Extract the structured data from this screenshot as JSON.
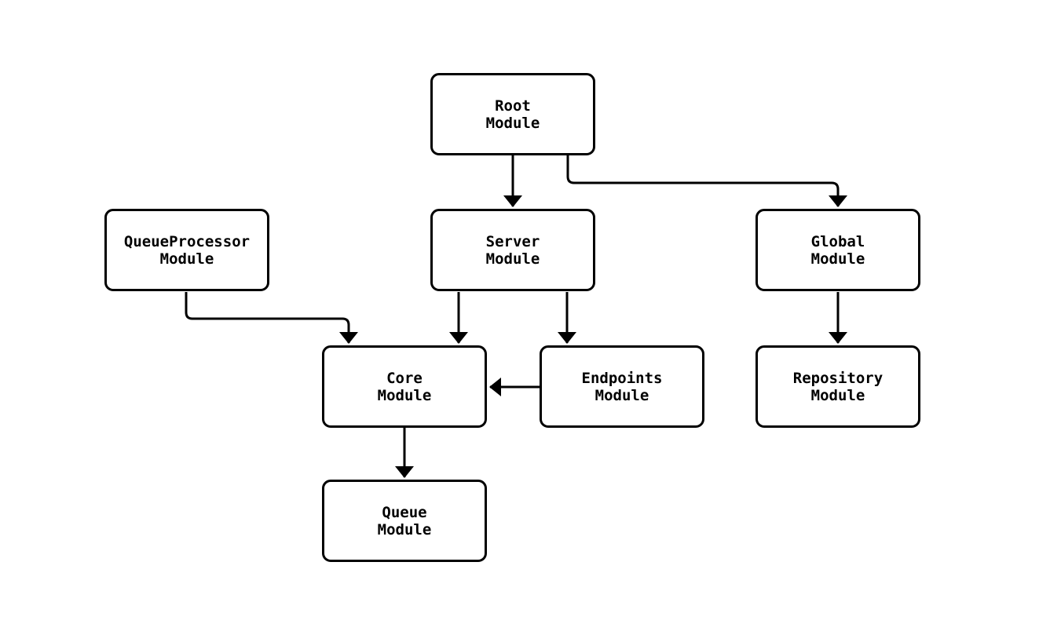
{
  "diagram": {
    "type": "module-dependency-graph",
    "background_color": "#ffffff",
    "node_border_color": "#000000",
    "node_fill_color": "#ffffff",
    "edge_color": "#000000",
    "text_color": "#000000",
    "nodes": [
      {
        "id": "root",
        "label": "Root\nModule"
      },
      {
        "id": "queueprocessor",
        "label": "QueueProcessor\nModule"
      },
      {
        "id": "server",
        "label": "Server\nModule"
      },
      {
        "id": "global",
        "label": "Global\nModule"
      },
      {
        "id": "core",
        "label": "Core\nModule"
      },
      {
        "id": "endpoints",
        "label": "Endpoints\nModule"
      },
      {
        "id": "repository",
        "label": "Repository\nModule"
      },
      {
        "id": "queue",
        "label": "Queue\nModule"
      }
    ],
    "edges": [
      {
        "from": "Root Module",
        "to": "Server Module"
      },
      {
        "from": "Root Module",
        "to": "Global Module"
      },
      {
        "from": "QueueProcessor Module",
        "to": "Core Module"
      },
      {
        "from": "Server Module",
        "to": "Core Module"
      },
      {
        "from": "Server Module",
        "to": "Endpoints Module"
      },
      {
        "from": "Global Module",
        "to": "Repository Module"
      },
      {
        "from": "Endpoints Module",
        "to": "Core Module"
      },
      {
        "from": "Core Module",
        "to": "Queue Module"
      }
    ]
  }
}
